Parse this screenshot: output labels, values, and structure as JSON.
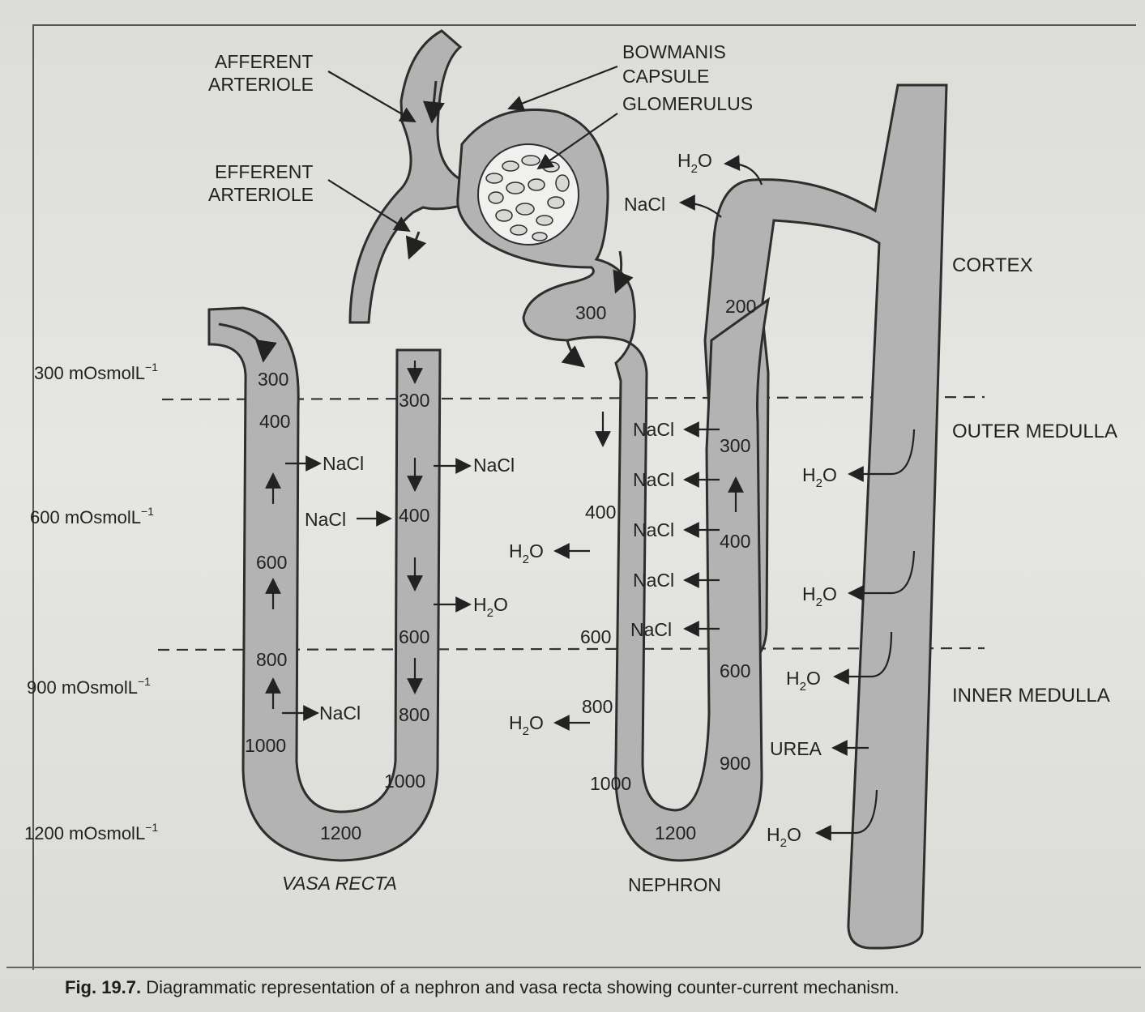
{
  "labels": {
    "afferent": [
      "AFFERENT",
      "ARTERIOLE"
    ],
    "efferent": [
      "EFFERENT",
      "ARTERIOLE"
    ],
    "bowmans": [
      "BOWMANIS",
      "CAPSULE"
    ],
    "glomerulus": "GLOMERULUS",
    "cortex": "CORTEX",
    "outer_medulla": "OUTER MEDULLA",
    "inner_medulla": "INNER MEDULLA",
    "vasa_recta": "VASA RECTA",
    "nephron": "NEPHRON",
    "urea": "UREA",
    "nacl": "NaCl",
    "h2o_h": "H",
    "h2o_sub": "2",
    "h2o_o": "O"
  },
  "osmolarity": [
    {
      "value": "300 mOsmolL",
      "sup": "−1"
    },
    {
      "value": "600 mOsmolL",
      "sup": "−1"
    },
    {
      "value": "900 mOsmolL",
      "sup": "−1"
    },
    {
      "value": "1200 mOsmolL",
      "sup": "−1"
    }
  ],
  "vasa_values": {
    "ascending": [
      "300",
      "400",
      "600",
      "800",
      "1000"
    ],
    "descending": [
      "300",
      "400",
      "600",
      "800",
      "1000"
    ],
    "bottom": "1200"
  },
  "nephron_values": {
    "pct": "300",
    "dct": "200",
    "descending": [
      "400",
      "600",
      "800",
      "1000"
    ],
    "ascending": [
      "300",
      "400",
      "600",
      "900"
    ],
    "bottom": "1200"
  },
  "caption": {
    "fig": "Fig. 19.7.",
    "text": " Diagrammatic representation of a nephron and vasa recta showing counter-current mechanism."
  }
}
